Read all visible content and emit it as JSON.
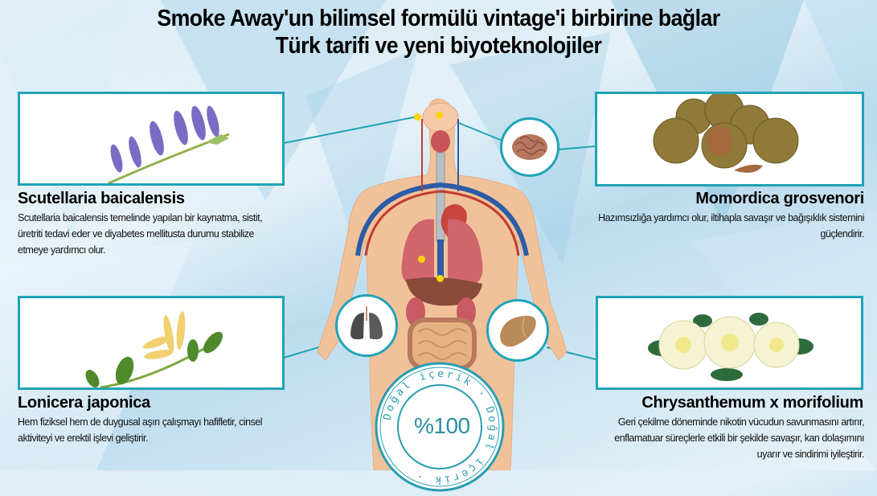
{
  "title": {
    "line1": "Smoke Away'un bilimsel formülü vintage'i birbirine bağlar",
    "line2": "Türk tarifi ve yeni biyoteknolojiler"
  },
  "ingredients": [
    {
      "name": "Scutellaria baicalensis",
      "description": "Scutellaria baicalensis temelinde yapılan bir kaynatma, sistit, üretriti tedavi eder ve diyabetes mellitusta durumu stabilize etmeye yardımcı olur.",
      "image": "purple-flower-stem",
      "organ": "brain"
    },
    {
      "name": "Momordica grosvenori",
      "description": "Hazımsızlığa yardımcı olur, iltihapla savaşır ve bağışıklık sistemini güçlendirir.",
      "image": "monk-fruit",
      "organ": "brain"
    },
    {
      "name": "Lonicera japonica",
      "description": "Hem fiziksel hem de duygusal aşırı çalışmayı hafifletir, cinsel aktiviteyi ve erektil işlevi geliştirir.",
      "image": "honeysuckle-flower",
      "organ": "lungs"
    },
    {
      "name": "Chrysanthemum x morifolium",
      "description": "Geri çekilme döneminde nikotin vücudun savunmasını artırır, enflamatuar süreçlerle etkili bir şekilde savaşır, kan dolaşımını uyarır ve sindirimi iyileştirir.",
      "image": "white-chrysanthemums",
      "organ": "liver"
    }
  ],
  "stamp": {
    "ring_text": "Doğal içerik",
    "value": "%100"
  },
  "colors": {
    "accent": "#1fa3b6",
    "marker": "#ffd400",
    "stamp_text": "#2a8fa3"
  }
}
